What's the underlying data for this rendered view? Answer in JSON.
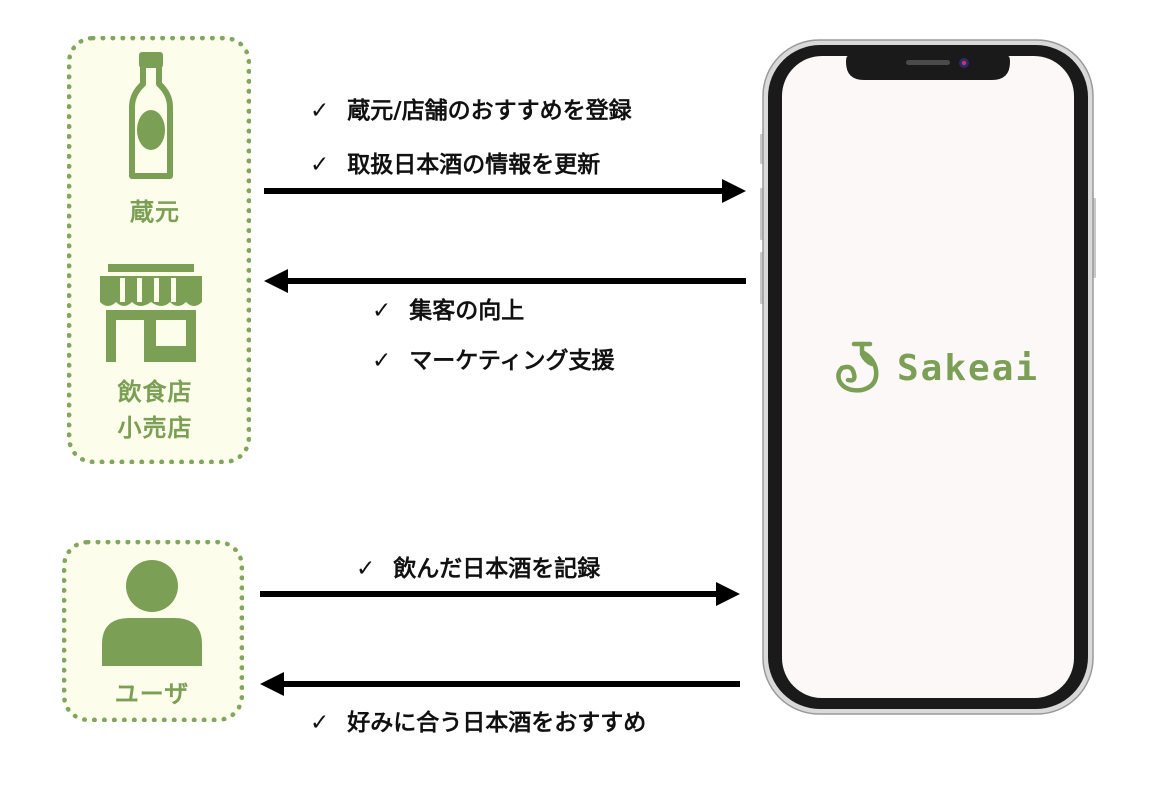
{
  "actors": {
    "brewery": "蔵元",
    "restaurant_line1": "飲食店",
    "restaurant_line2": "小売店",
    "user": "ユーザ"
  },
  "messages": {
    "brewery_to_app": [
      "蔵元/店舗のおすすめを登録",
      "取扱日本酒の情報を更新"
    ],
    "app_to_brewery": [
      "集客の向上",
      "マーケティング支援"
    ],
    "user_to_app": [
      "飲んだ日本酒を記録"
    ],
    "app_to_user": [
      "好みに合う日本酒をおすすめ"
    ]
  },
  "check_mark": "✓",
  "app": {
    "name": "Sakeai"
  },
  "colors": {
    "accent_green": "#7ba055",
    "panel_bg": "#fdfdec",
    "screen_bg": "#fdf8f8"
  },
  "icons": [
    "sake-bottle-icon",
    "storefront-icon",
    "person-icon",
    "sakeai-logo-icon"
  ]
}
